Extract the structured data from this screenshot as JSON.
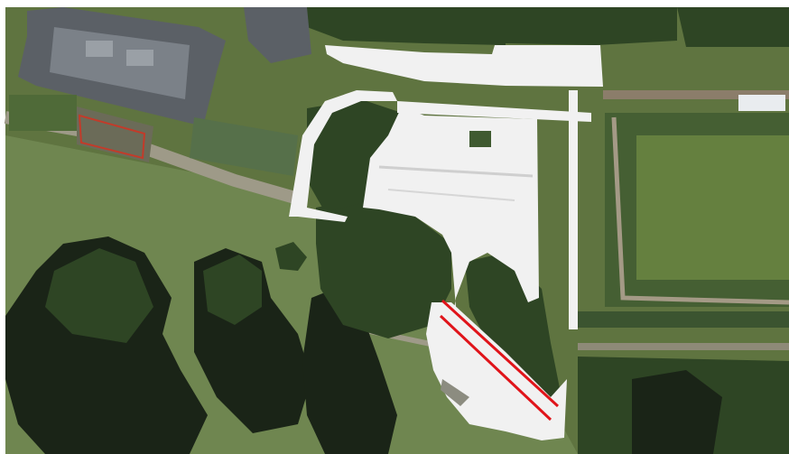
{
  "map": {
    "kind": "aerial-satellite-photo",
    "labels_visible": false,
    "colors": {
      "grass_field": "#5f7440",
      "grass_light": "#6f8650",
      "tree_canopy": "#2e4524",
      "tree_shadow": "#1a2417",
      "survey_overlay": "#f1f1f1",
      "roof": "#5b6066",
      "path": "#9e9a88",
      "annotation_red": "#e0141a",
      "walled_garden_lawn": "#65803f"
    },
    "annotation": {
      "type": "parallel-red-lines",
      "count": 2
    }
  }
}
